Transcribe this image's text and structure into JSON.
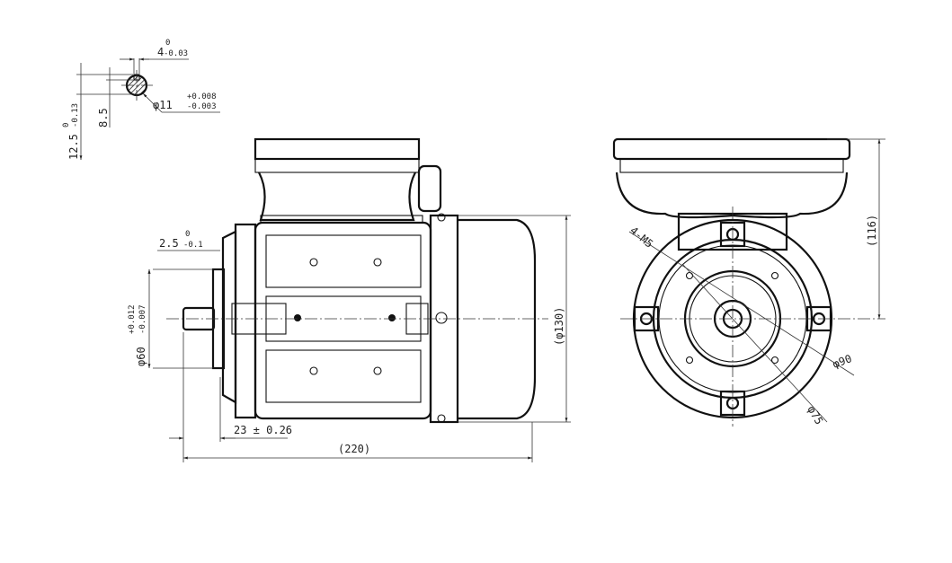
{
  "drawing": {
    "key_detail": {
      "key_width": "4",
      "key_width_tol_upper": "0",
      "key_width_tol_lower": "-0.03",
      "shaft_dia": "φ11",
      "shaft_dia_tol_upper": "+0.008",
      "shaft_dia_tol_lower": "-0.003",
      "key_depth": "8.5",
      "key_height": "12.5",
      "key_height_tol_upper": "0",
      "key_height_tol_lower": "-0.13"
    },
    "side_view": {
      "flange_step": "2.5",
      "flange_step_tol_upper": "0",
      "flange_step_tol_lower": "-0.1",
      "spigot_dia": "φ60",
      "spigot_tol_upper": "+0.012",
      "spigot_tol_lower": "-0.007",
      "shaft_length": "23 ± 0.26",
      "overall_length": "(220)",
      "body_dia": "(φ130)"
    },
    "end_view": {
      "height_to_center": "(116)",
      "threaded_holes": "4-M5",
      "pcd": "φ90",
      "spigot": "φ75"
    }
  }
}
